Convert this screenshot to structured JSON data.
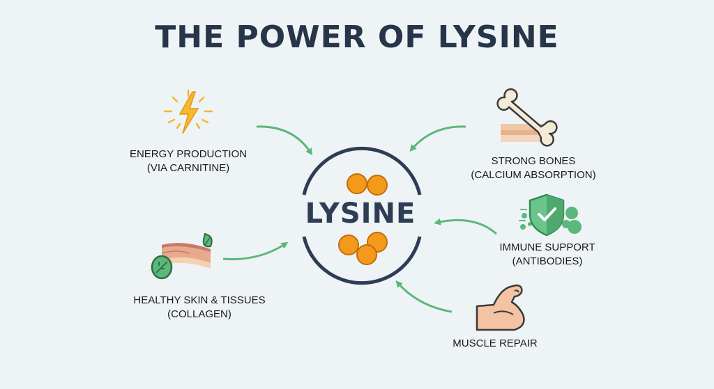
{
  "title": "THE POWER OF LYSINE",
  "center": {
    "label": "LYSINE"
  },
  "benefits": {
    "energy": {
      "line1": "ENERGY PRODUCTION",
      "line2": "(VIA CARNITINE)",
      "icon": "lightning-icon"
    },
    "bones": {
      "line1": "STRONG BONES",
      "line2": "(CALCIUM ABSORPTION)",
      "icon": "bone-icon"
    },
    "immune": {
      "line1": "IMMUNE SUPPORT",
      "line2": "(ANTIBODIES)",
      "icon": "shield-icon"
    },
    "skin": {
      "line1": "HEALTHY SKIN & TISSUES",
      "line2": "(COLLAGEN)",
      "icon": "skin-leaf-icon"
    },
    "muscle": {
      "line1": "MUSCLE REPAIR",
      "icon": "flexed-arm-icon"
    }
  },
  "colors": {
    "arrow": "#5cb87a",
    "ring": "#2d3d54",
    "molecule": "#f39a1a",
    "accent": "#f5b82e"
  }
}
